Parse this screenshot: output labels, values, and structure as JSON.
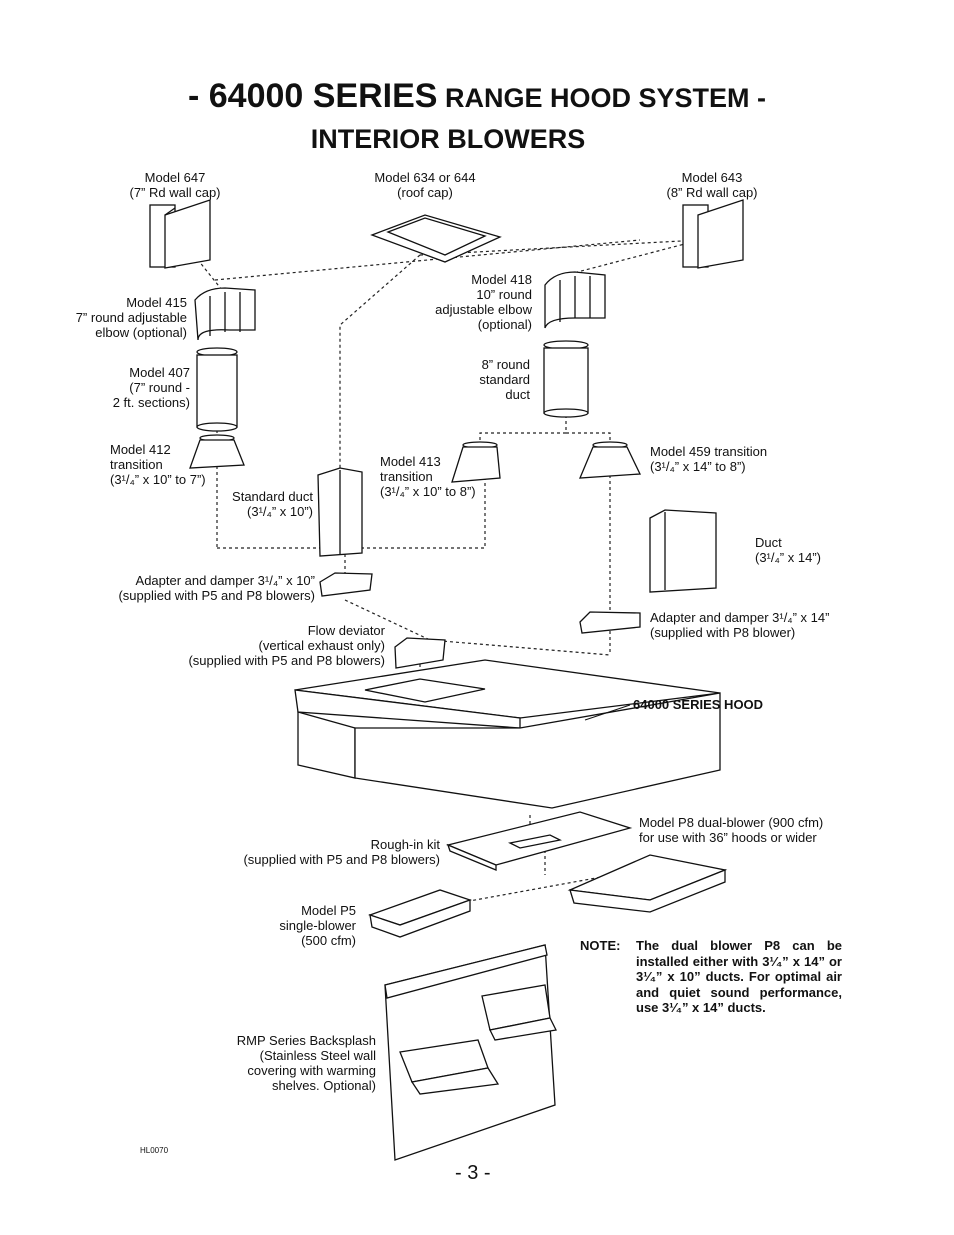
{
  "title": {
    "prefix": "- 64000 ",
    "series": "SERIES",
    "suffix": " RANGE HOOD SYSTEM -",
    "line2": "INTERIOR BLOWERS"
  },
  "labels": {
    "m647": "Model 647\n(7” Rd wall cap)",
    "m634": "Model 634 or 644\n(roof cap)",
    "m643": "Model 643\n(8” Rd wall cap)",
    "m418": "Model 418\n10” round\nadjustable elbow\n(optional)",
    "m415": "Model 415\n7” round adjustable\nelbow (optional)",
    "m407": "Model 407\n(7” round -\n2 ft. sections)",
    "round8": "8” round\nstandard\nduct",
    "m412": "Model 412\ntransition\n(3¹/₄” x 10” to 7”)",
    "m413": "Model 413\ntransition\n(3¹/₄” x 10” to 8”)",
    "m459": "Model 459 transition\n(3¹/₄” x 14” to 8”)",
    "std_duct": "Standard duct\n(3¹/₄” x 10”)",
    "duct14": "Duct\n(3¹/₄” x 14”)",
    "adapter10": "Adapter and damper 3¹/₄” x 10”\n(supplied with P5 and P8 blowers)",
    "adapter14": "Adapter and damper 3¹/₄” x 14”\n(supplied with P8 blower)",
    "flow": "Flow deviator\n(vertical exhaust only)\n(supplied with P5 and P8 blowers)",
    "hood": "64000 SERIES HOOD",
    "p8": "Model P8 dual-blower (900 cfm)\nfor use with 36” hoods or wider",
    "rough": "Rough-in kit\n(supplied with P5 and P8 blowers)",
    "p5": "Model P5\nsingle-blower\n(500 cfm)",
    "rmp": "RMP Series Backsplash\n(Stainless Steel wall\ncovering with warming\nshelves. Optional)"
  },
  "note": {
    "head": "NOTE:",
    "body": "The dual blower P8 can be installed either with 3¹⁄₄” x 14” or 3¹⁄₄” x 10” ducts. For optimal air and quiet sound performance, use 3¹⁄₄” x 14” ducts."
  },
  "code": "HL0070",
  "page_number": "- 3 -"
}
